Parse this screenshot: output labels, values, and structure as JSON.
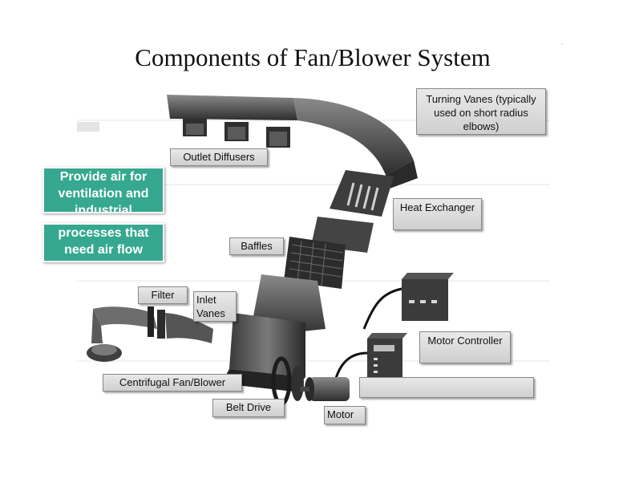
{
  "slide": {
    "title": "Components of Fan/Blower System"
  },
  "callout": {
    "lines": [
      "Provide air for",
      "ventilation and",
      "industrial",
      "processes that",
      "need air flow"
    ]
  },
  "labels": {
    "turning_vanes": "Turning Vanes (typically used on short radius elbows)",
    "outlet_diffusers": "Outlet Diffusers",
    "heat_exchanger": "Heat Exchanger",
    "baffles": "Baffles",
    "filter": "Filter",
    "inlet_vanes": "Inlet Vanes",
    "motor_controller": "Motor Controller",
    "centrifugal_fan": "Centrifugal Fan/Blower",
    "belt_drive": "Belt Drive",
    "motor": "Motor"
  },
  "colors": {
    "callout_bg": "#35a88f",
    "label_bg": "#d9d9d9",
    "equipment_dark": "#3a3a3a"
  }
}
